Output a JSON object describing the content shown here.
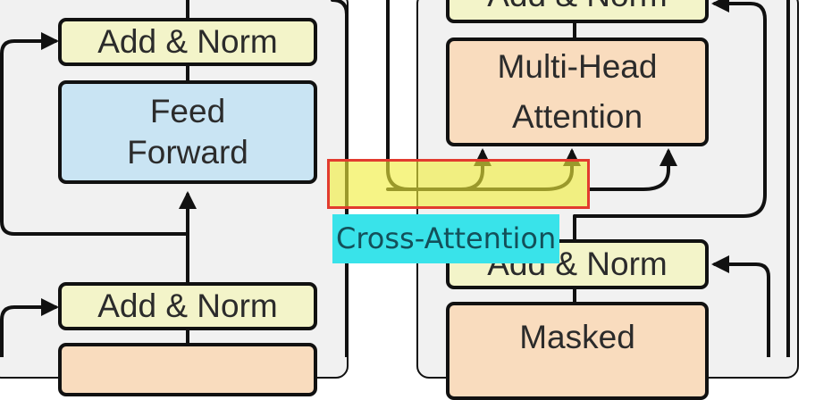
{
  "encoder": {
    "add_norm_top": "Add & Norm",
    "feed_forward_line1": "Feed",
    "feed_forward_line2": "Forward",
    "add_norm_bottom": "Add & Norm"
  },
  "decoder": {
    "add_norm_top": "Add & Norm",
    "cross_attention_line1": "Multi-Head",
    "cross_attention_line2": "Attention",
    "add_norm_middle": "Add & Norm",
    "masked_attention_line1": "Masked"
  },
  "annotation": {
    "label": "Cross-Attention",
    "highlight_border_color": "#e23b2f",
    "highlight_fill_color": "#f0ee3c",
    "label_background_color": "#39e3ea"
  }
}
